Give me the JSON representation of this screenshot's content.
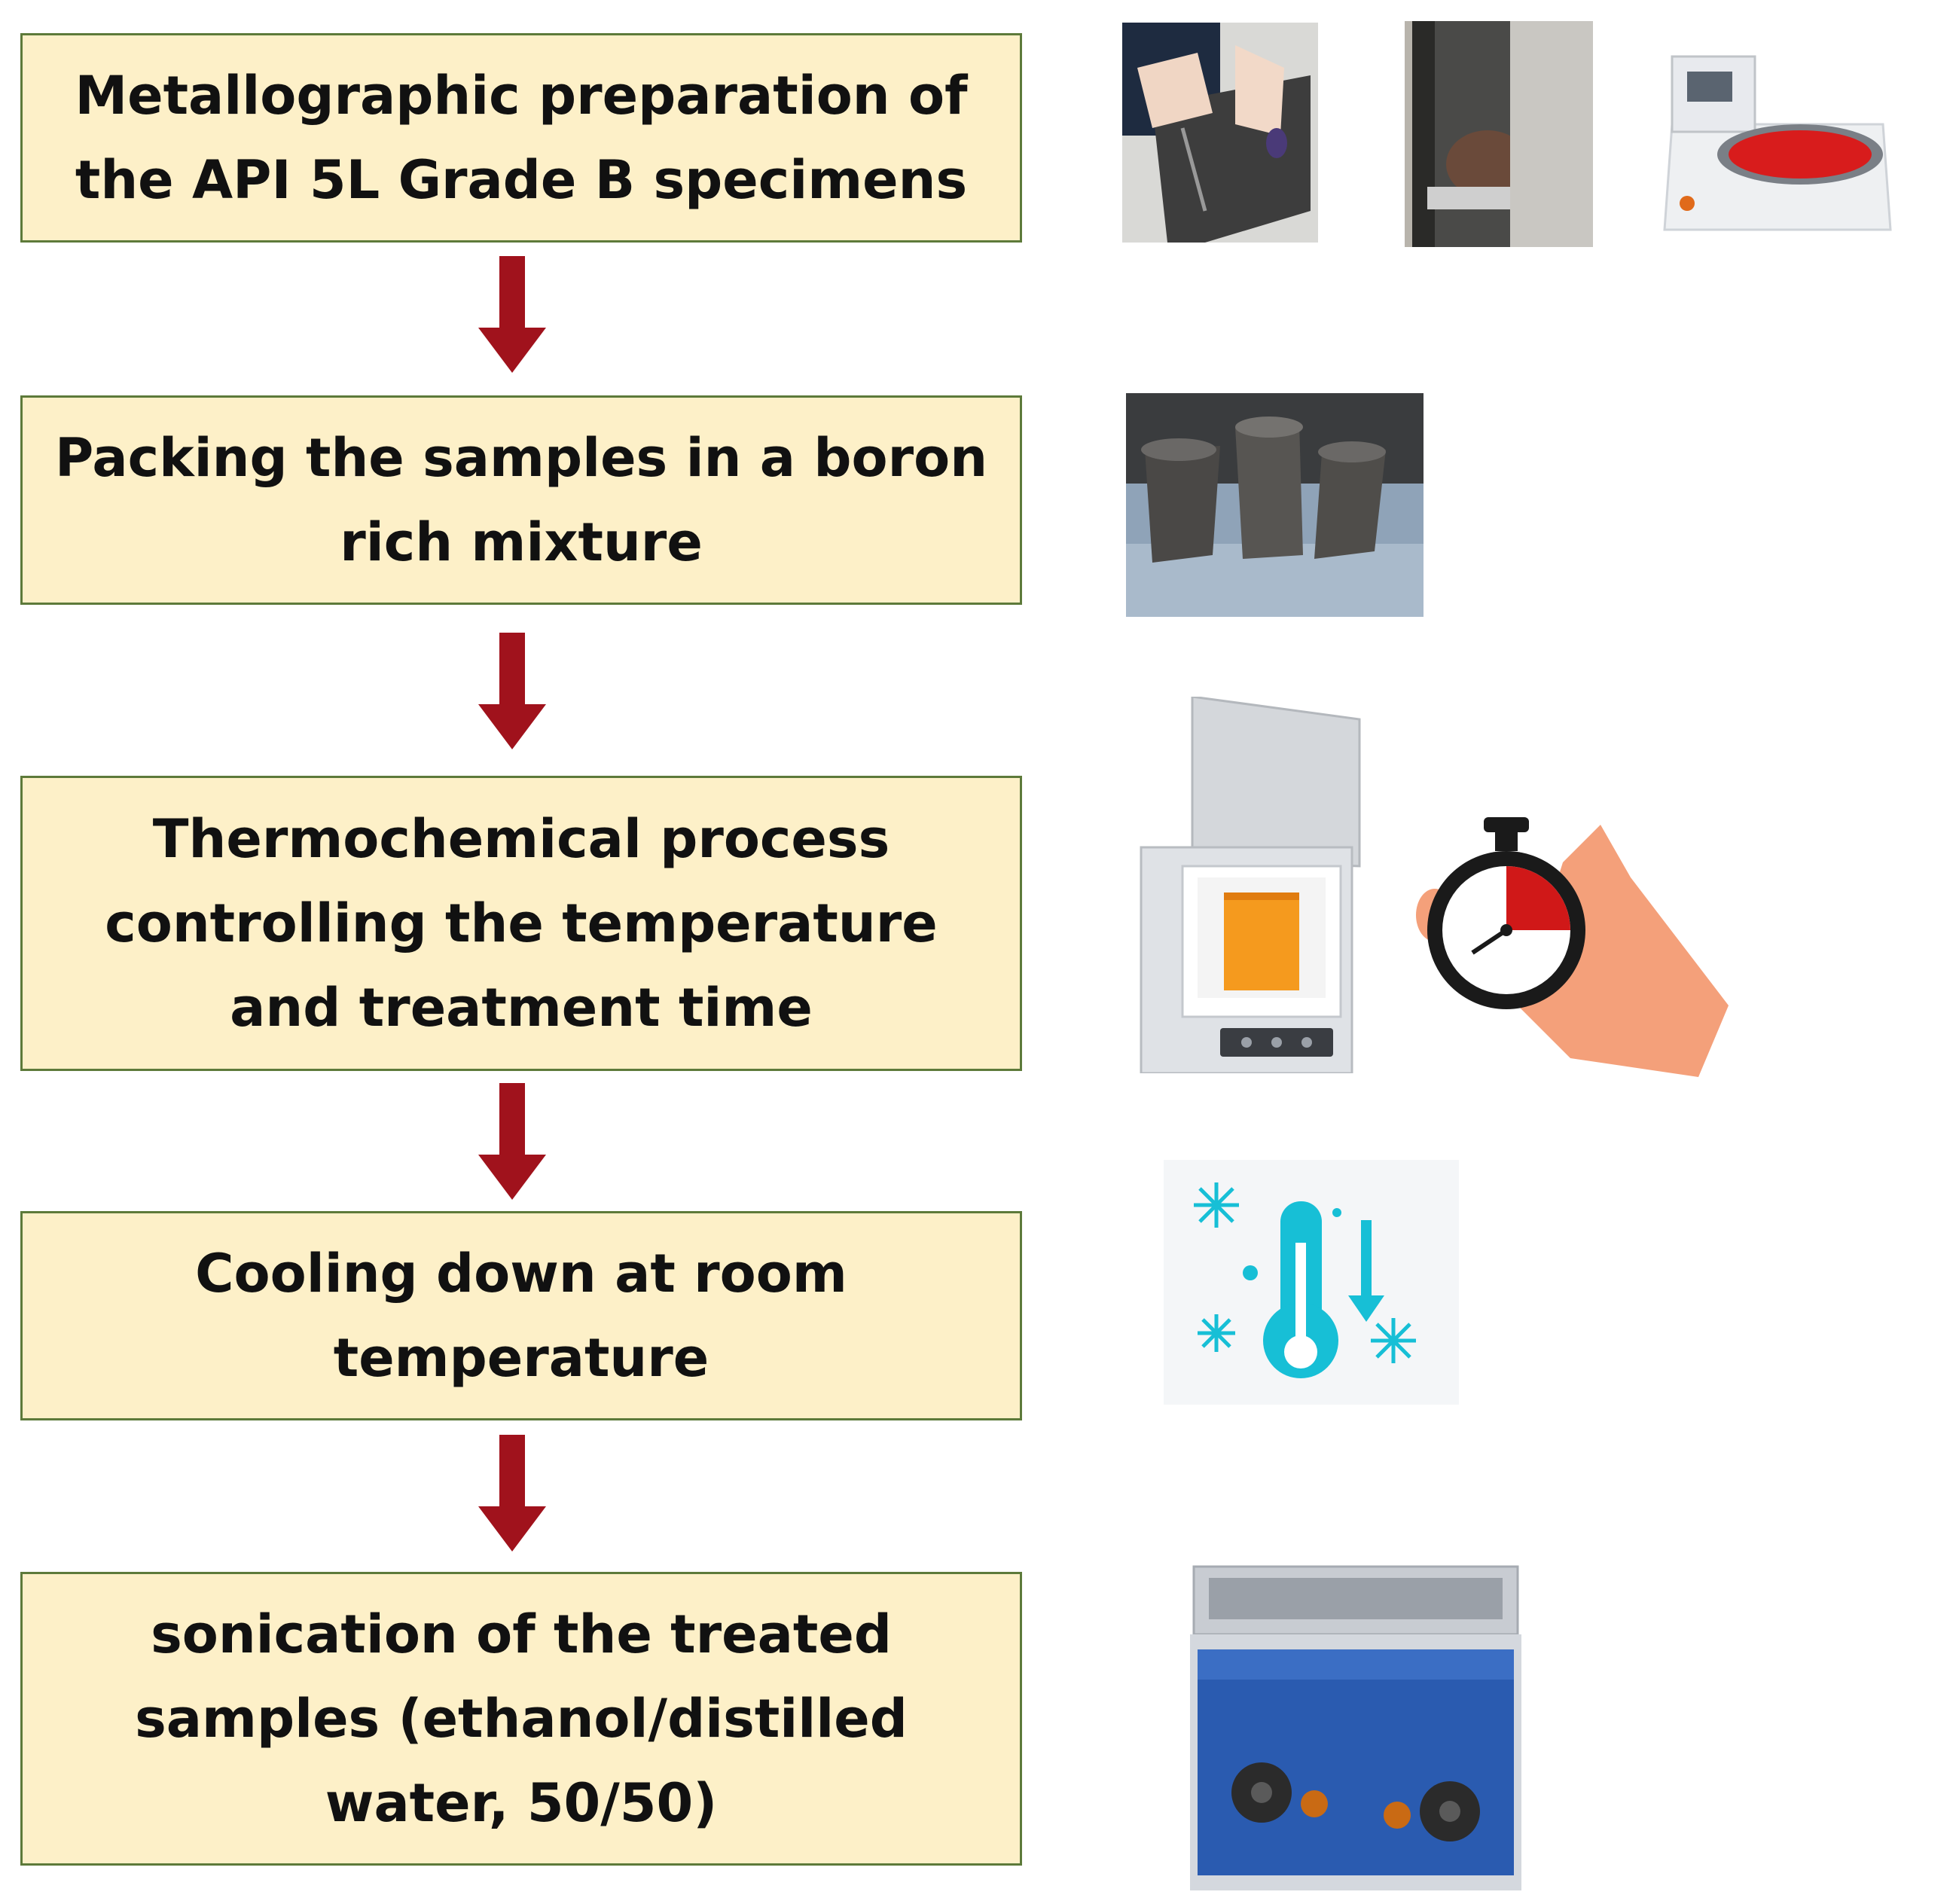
{
  "steps": [
    {
      "text": "Metallographic preparation of the API 5L Grade B specimens"
    },
    {
      "text": "Packing the samples in a  boron rich mixture"
    },
    {
      "text": "Thermochemical process controlling the temperature and treatment time"
    },
    {
      "text": "Cooling down at room temperature"
    },
    {
      "text": "sonication of the treated samples (ethanol/distilled water, 50/50)"
    }
  ],
  "colors": {
    "box_fill": "#fdf0c8",
    "box_border": "#5d7a3a",
    "arrow": "#a0121c"
  }
}
